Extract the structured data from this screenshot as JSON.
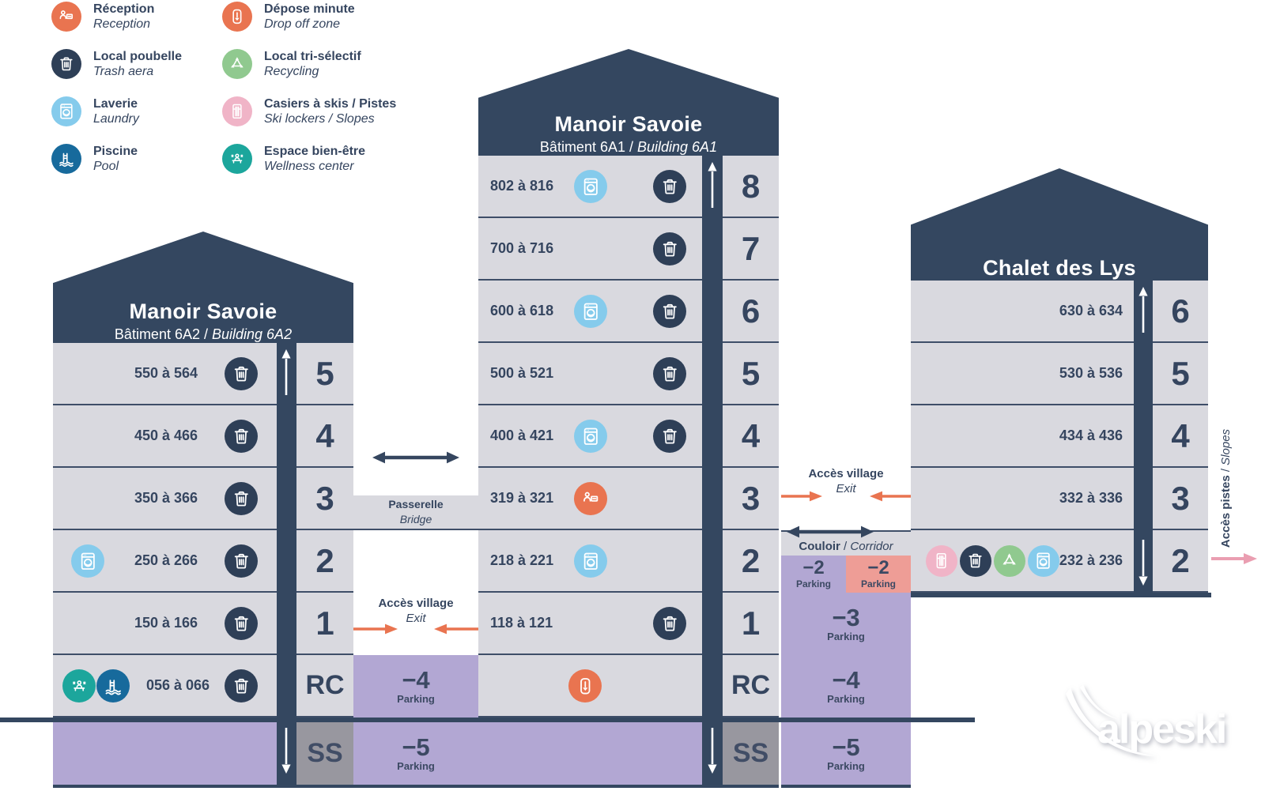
{
  "legend": {
    "items": [
      {
        "fr": "Réception",
        "en": "Reception",
        "icon": "reception-icon",
        "color": "#e97450"
      },
      {
        "fr": "Local poubelle",
        "en": "Trash aera",
        "icon": "trash-icon",
        "color": "#2e3f57"
      },
      {
        "fr": "Laverie",
        "en": "Laundry",
        "icon": "laundry-icon",
        "color": "#85cbec"
      },
      {
        "fr": "Piscine",
        "en": "Pool",
        "icon": "pool-icon",
        "color": "#176a9c"
      },
      {
        "fr": "Dépose minute",
        "en": "Drop off zone",
        "icon": "dropoff-icon",
        "color": "#e97450"
      },
      {
        "fr": "Local tri-sélectif",
        "en": "Recycling",
        "icon": "recycling-icon",
        "color": "#90c98f"
      },
      {
        "fr": "Casiers à skis / Pistes",
        "en": "Ski lockers / Slopes",
        "icon": "ski-lockers-icon",
        "color": "#f0b4c7"
      },
      {
        "fr": "Espace bien-être",
        "en": "Wellness center",
        "icon": "wellness-icon",
        "color": "#1ca69c"
      }
    ]
  },
  "buildings": {
    "manoir_6a2": {
      "title": "Manoir Savoie",
      "subtitle_fr": "Bâtiment 6A2",
      "subtitle_en": "Building 6A2",
      "floors": [
        {
          "level": "5",
          "rooms": "550 à 564"
        },
        {
          "level": "4",
          "rooms": "450 à 466"
        },
        {
          "level": "3",
          "rooms": "350 à 366"
        },
        {
          "level": "2",
          "rooms": "250 à 266"
        },
        {
          "level": "1",
          "rooms": "150 à 166"
        },
        {
          "level": "RC",
          "rooms": "056 à 066"
        },
        {
          "level": "SS",
          "rooms": ""
        }
      ]
    },
    "manoir_6a1": {
      "title": "Manoir Savoie",
      "subtitle_fr": "Bâtiment 6A1",
      "subtitle_en": "Building 6A1",
      "floors": [
        {
          "level": "8",
          "rooms": "802 à 816"
        },
        {
          "level": "7",
          "rooms": "700 à 716"
        },
        {
          "level": "6",
          "rooms": "600 à 618"
        },
        {
          "level": "5",
          "rooms": "500 à 521"
        },
        {
          "level": "4",
          "rooms": "400 à 421"
        },
        {
          "level": "3",
          "rooms": "319 à 321"
        },
        {
          "level": "2",
          "rooms": "218 à 221"
        },
        {
          "level": "1",
          "rooms": "118 à 121"
        },
        {
          "level": "RC",
          "rooms": ""
        },
        {
          "level": "SS",
          "rooms": ""
        }
      ]
    },
    "chalet_des_lys": {
      "title": "Chalet des Lys",
      "floors": [
        {
          "level": "6",
          "rooms": "630 à 634"
        },
        {
          "level": "5",
          "rooms": "530 à 536"
        },
        {
          "level": "4",
          "rooms": "434 à 436"
        },
        {
          "level": "3",
          "rooms": "332 à 336"
        },
        {
          "level": "2",
          "rooms": "232 à 236"
        }
      ]
    }
  },
  "connections": {
    "bridge_fr": "Passerelle",
    "bridge_en": "Bridge",
    "village_fr": "Accès village",
    "village_en": "Exit",
    "corridor_fr": "Couloir",
    "corridor_sep": " / ",
    "corridor_en": "Corridor",
    "slopes_fr": "Accès pistes",
    "slopes_sep": " / ",
    "slopes_en": "Slopes"
  },
  "parking": {
    "label": "Parking",
    "west_rc": "−4",
    "west_ss": "−5",
    "east_f2_a": "−2",
    "east_f2_b": "−2",
    "east_f1": "−3",
    "east_rc": "−4",
    "east_ss": "−5"
  },
  "subtitle_sep": " / ",
  "logo_text": "alpeski",
  "colors": {
    "navy": "#344760",
    "icon_navy": "#2e3f57",
    "row_gray": "#d9d9df",
    "purple": "#b2a7d3",
    "salmon": "#ee9d96",
    "ss_gray": "#98979f",
    "orange": "#e97450",
    "light_blue": "#85cbec",
    "green": "#90c98f",
    "pink": "#f0b4c7",
    "teal": "#1ca69c",
    "pool_blue": "#176a9c",
    "slope_pink": "#ea9eb1"
  }
}
